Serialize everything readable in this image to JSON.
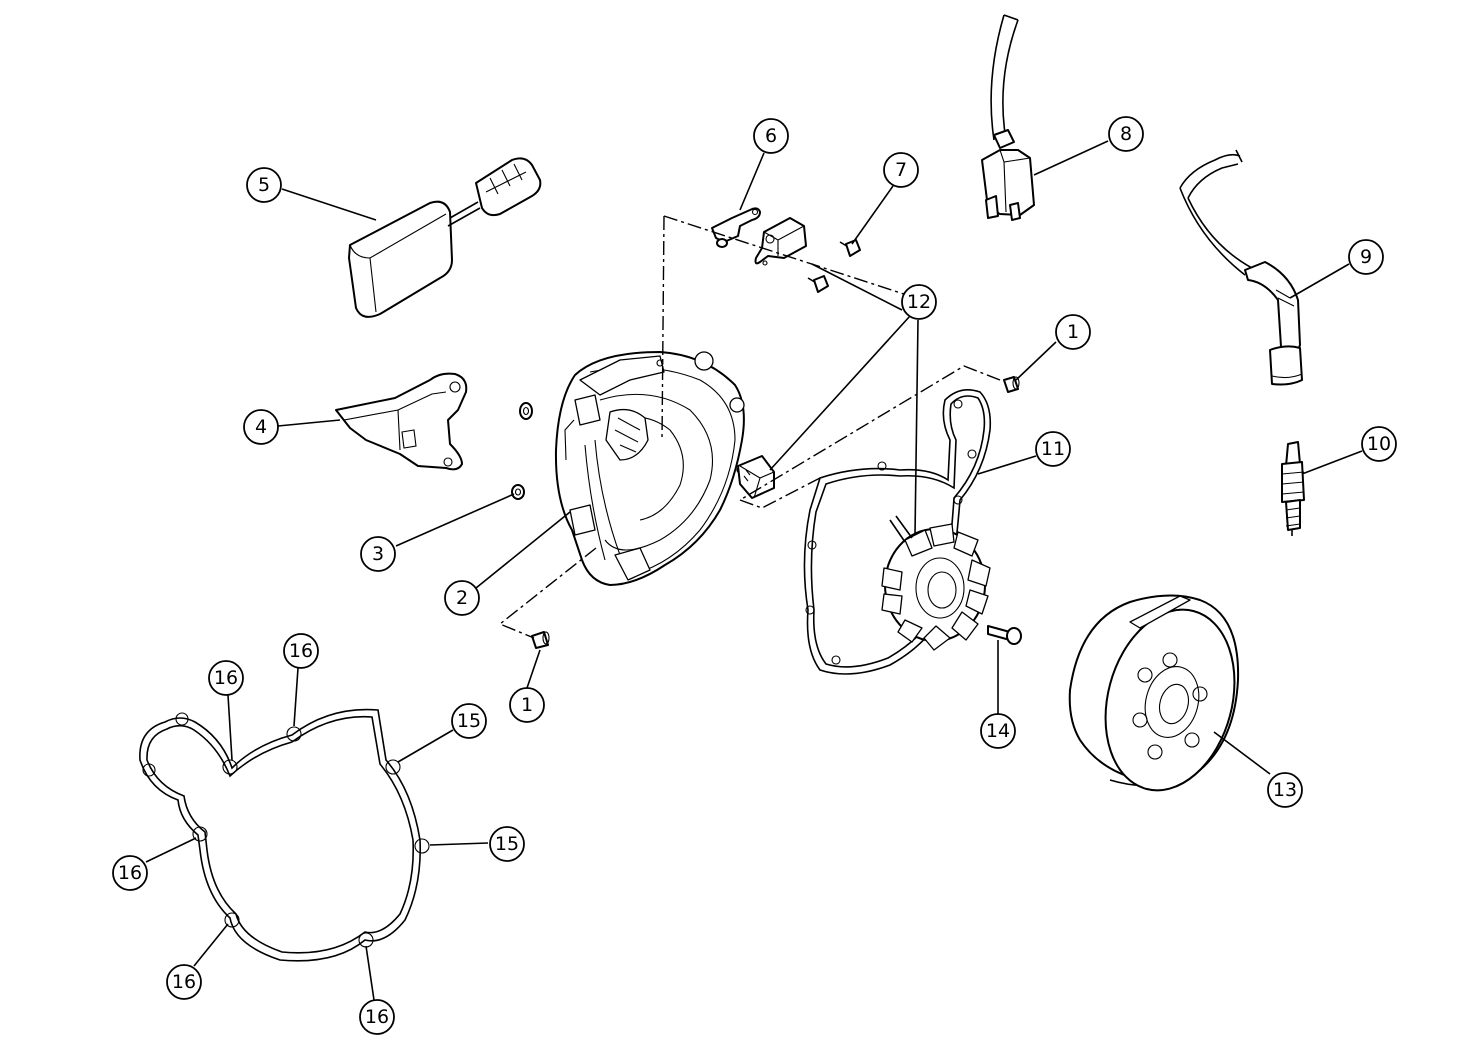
{
  "callouts": [
    {
      "id": "c1a",
      "label": "1"
    },
    {
      "id": "c1b",
      "label": "1"
    },
    {
      "id": "c2",
      "label": "2"
    },
    {
      "id": "c3",
      "label": "3"
    },
    {
      "id": "c4",
      "label": "4"
    },
    {
      "id": "c5",
      "label": "5"
    },
    {
      "id": "c6",
      "label": "6"
    },
    {
      "id": "c7",
      "label": "7"
    },
    {
      "id": "c8",
      "label": "8"
    },
    {
      "id": "c9",
      "label": "9"
    },
    {
      "id": "c10",
      "label": "10"
    },
    {
      "id": "c11",
      "label": "11"
    },
    {
      "id": "c12",
      "label": "12"
    },
    {
      "id": "c13",
      "label": "13"
    },
    {
      "id": "c14",
      "label": "14"
    },
    {
      "id": "c15a",
      "label": "15"
    },
    {
      "id": "c15b",
      "label": "15"
    },
    {
      "id": "c16a",
      "label": "16"
    },
    {
      "id": "c16b",
      "label": "16"
    },
    {
      "id": "c16c",
      "label": "16"
    },
    {
      "id": "c16d",
      "label": "16"
    },
    {
      "id": "c16e",
      "label": "16"
    }
  ]
}
